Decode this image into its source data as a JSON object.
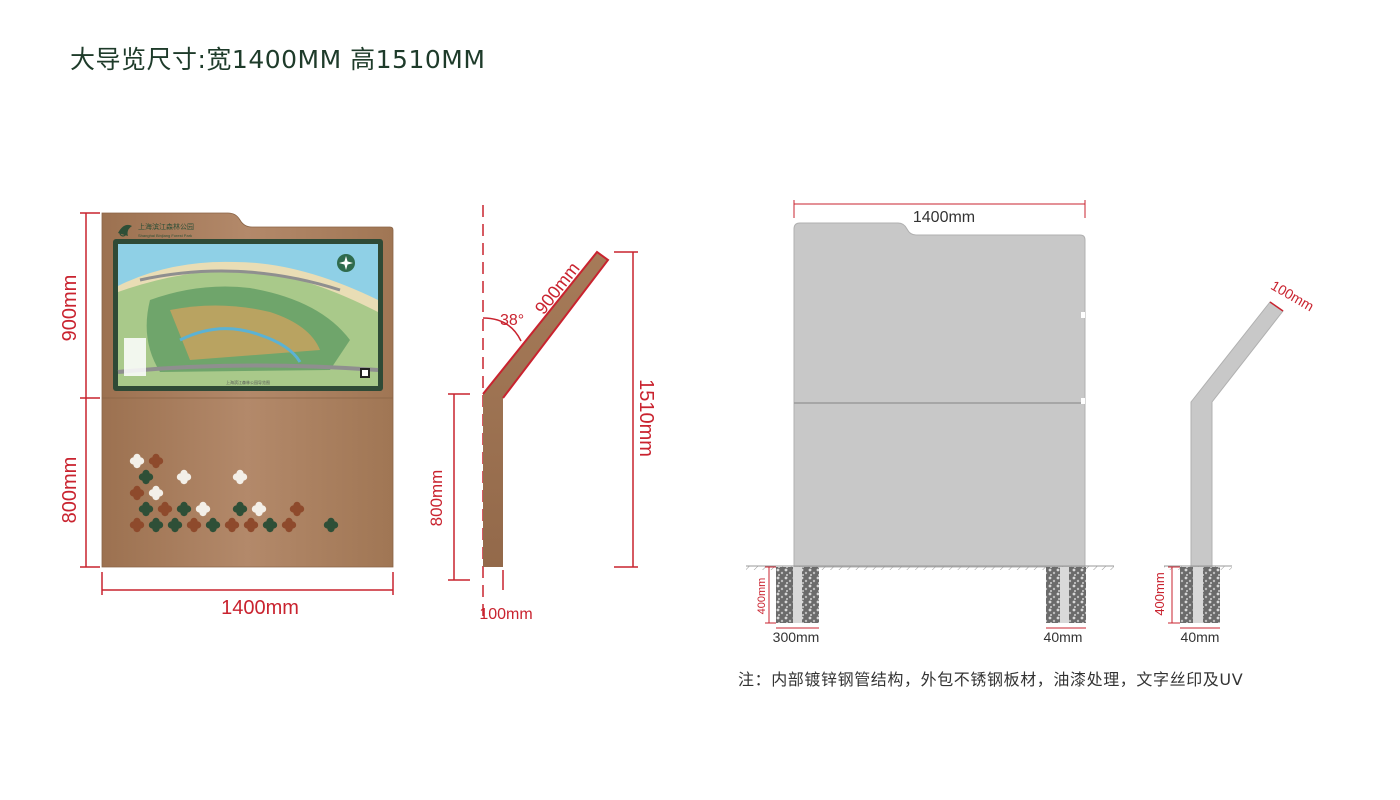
{
  "title": "大导览尺寸:宽1400MM  高1510MM",
  "colors": {
    "dimension_red": "#c9232f",
    "bronze": "#a57a57",
    "panel_gray": "#c8c8c8",
    "title_green": "#1e3b2a",
    "leaf_dark_green": "#2e4f37",
    "leaf_rust": "#8e4a2c",
    "map_water": "#8fd0e6"
  },
  "front_view": {
    "logo_text": "上海滨江森林公园",
    "logo_subtitle": "Shanghai Binjiang Forest Park",
    "map_caption": "上海滨江森林公园导览图",
    "dim_upper": "900mm",
    "dim_lower": "800mm",
    "dim_width": "1400mm"
  },
  "side_view": {
    "angle": "38°",
    "dim_slant": "900mm",
    "dim_lower": "800mm",
    "dim_total": "1510mm",
    "dim_thickness": "100mm"
  },
  "structure_front": {
    "dim_width": "1400mm",
    "dim_footing_depth": "400mm",
    "dim_footing_width": "300mm",
    "dim_post": "40mm"
  },
  "structure_side": {
    "dim_top": "100mm",
    "dim_footing_depth": "400mm",
    "dim_post": "40mm"
  },
  "note": "注：内部镀锌钢管结构，外包不锈钢板材，油漆处理，文字丝印及UV"
}
